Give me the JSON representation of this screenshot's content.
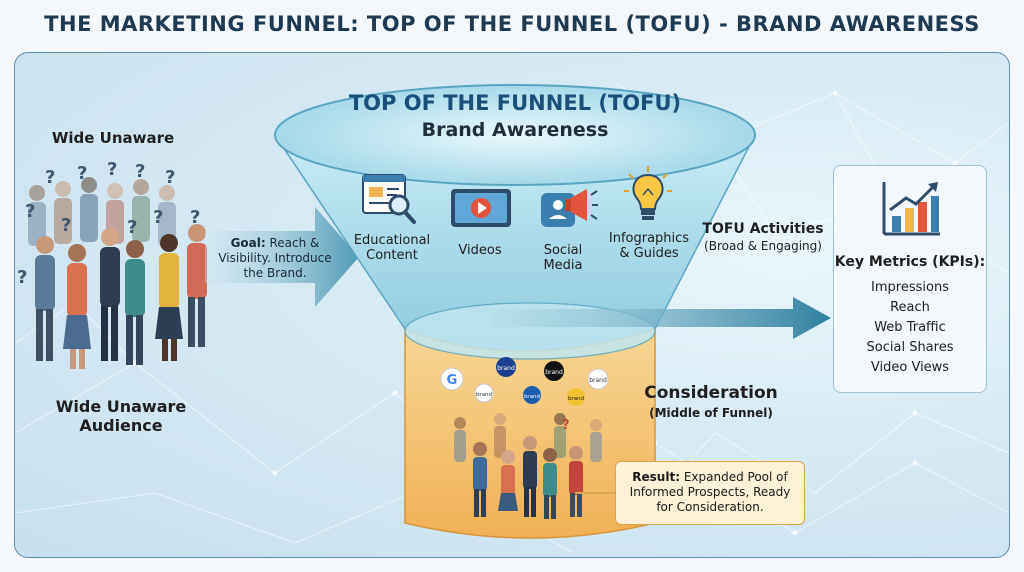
{
  "title": "THE MARKETING FUNNEL: TOP OF THE FUNNEL (TOFU) - BRAND AWARENESS",
  "audience": {
    "top_label": "Wide Unaware",
    "bottom_label_line1": "Wide Unaware",
    "bottom_label_line2": "Audience"
  },
  "goal": {
    "bold": "Goal:",
    "line1": " Reach &",
    "line2": "Visibility. Introduce",
    "line3": "the Brand."
  },
  "funnel": {
    "title": "TOP OF THE FUNNEL (TOFU)",
    "subtitle": "Brand Awareness",
    "activities": [
      {
        "line1": "Educational",
        "line2": "Content",
        "icon": "document-magnifier-icon"
      },
      {
        "line1": "Videos",
        "line2": "",
        "icon": "video-play-icon"
      },
      {
        "line1": "Social",
        "line2": "Media",
        "icon": "megaphone-icon"
      },
      {
        "line1": "Infographics",
        "line2": "& Guides",
        "icon": "lightbulb-icon"
      }
    ]
  },
  "tofu_activities": {
    "title": "TOFU Activities",
    "subtitle": "(Broad & Engaging)"
  },
  "kpis": {
    "title": "Key Metrics (KPIs):",
    "items": [
      "Impressions",
      "Reach",
      "Web Traffic",
      "Social Shares",
      "Video Views"
    ],
    "icon": "bar-chart-growth-icon"
  },
  "consideration": {
    "title": "Consideration",
    "subtitle": "(Middle of Funnel)",
    "bubbles": [
      "G",
      "brand",
      "brand",
      "brand",
      "brand",
      "brand",
      "brand"
    ]
  },
  "result": {
    "bold": "Result:",
    "line1": " Expanded Pool of",
    "line2": "Informed Prospects, Ready",
    "line3": "for Consideration."
  },
  "colors": {
    "title": "#1d3a52",
    "funnel_top": "#b9e3f0",
    "funnel_text": "#1a4f7a",
    "funnel_bottom": "#f6c778",
    "arrow": "#3e8aa6",
    "frame": "#5d8eab"
  }
}
